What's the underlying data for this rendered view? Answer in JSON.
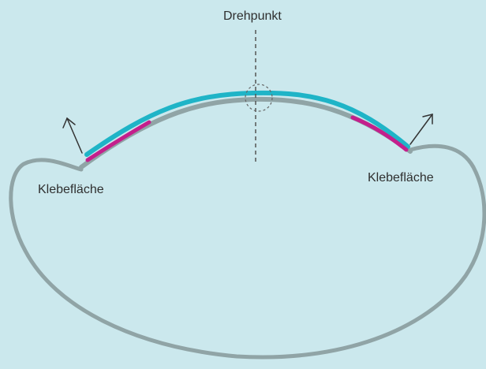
{
  "labels": {
    "pivot": "Drehpunkt",
    "adhesive_left": "Klebefläche",
    "adhesive_right": "Klebefläche"
  },
  "colors": {
    "background": "#cbe8ed",
    "eye_outline": "#90a4a6",
    "lens": "#1fb4c7",
    "adhesive": "#c41f8c",
    "axis": "#555555",
    "arrow": "#333333",
    "text": "#2f2f2f"
  }
}
